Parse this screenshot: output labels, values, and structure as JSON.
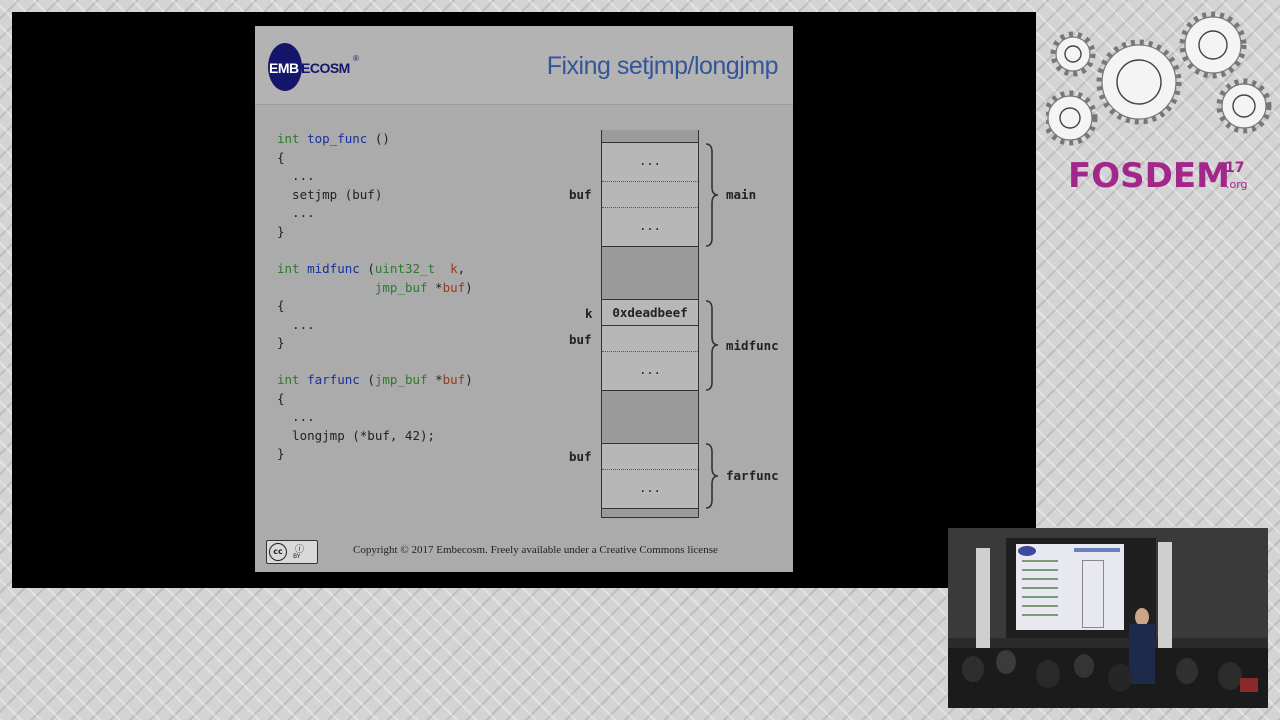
{
  "slide": {
    "logo_part1": "EMB",
    "logo_part2": "ECOSM",
    "logo_reg": "®",
    "title": "Fixing setjmp/longjmp",
    "code": {
      "top": [
        [
          {
            "t": "int",
            "c": "kw"
          },
          {
            "t": " "
          },
          {
            "t": "top_func",
            "c": "fn"
          },
          {
            "t": " ()"
          }
        ],
        [
          {
            "t": "{"
          }
        ],
        [
          {
            "t": "  ..."
          }
        ],
        [
          {
            "t": "  setjmp (buf)"
          }
        ],
        [
          {
            "t": "  ..."
          }
        ],
        [
          {
            "t": "}"
          }
        ]
      ],
      "mid": [
        [
          {
            "t": "int",
            "c": "kw"
          },
          {
            "t": " "
          },
          {
            "t": "midfunc",
            "c": "fn"
          },
          {
            "t": " ("
          },
          {
            "t": "uint32_t",
            "c": "kw"
          },
          {
            "t": "  "
          },
          {
            "t": "k",
            "c": "pm"
          },
          {
            "t": ","
          }
        ],
        [
          {
            "t": "             "
          },
          {
            "t": "jmp_buf",
            "c": "kw"
          },
          {
            "t": " *"
          },
          {
            "t": "buf",
            "c": "pm"
          },
          {
            "t": ")"
          }
        ],
        [
          {
            "t": "{"
          }
        ],
        [
          {
            "t": "  ..."
          }
        ],
        [
          {
            "t": "}"
          }
        ]
      ],
      "far": [
        [
          {
            "t": "int",
            "c": "kw"
          },
          {
            "t": " "
          },
          {
            "t": "farfunc",
            "c": "fn"
          },
          {
            "t": " ("
          },
          {
            "t": "jmp_buf",
            "c": "kw"
          },
          {
            "t": " *"
          },
          {
            "t": "buf",
            "c": "pm"
          },
          {
            "t": ")"
          }
        ],
        [
          {
            "t": "{"
          }
        ],
        [
          {
            "t": "  ..."
          }
        ],
        [
          {
            "t": "  longjmp (*buf, 42);"
          }
        ],
        [
          {
            "t": "}"
          }
        ]
      ]
    },
    "stack": {
      "dots": "...",
      "k_value": "0xdeadbeef",
      "labels": {
        "buf": "buf",
        "k": "k"
      },
      "frames": {
        "main": "main",
        "midfunc": "midfunc",
        "farfunc": "farfunc"
      }
    },
    "copyright": "Copyright © 2017 Embecosm. Freely available under a Creative Commons license",
    "cc_badge": {
      "cc": "cc",
      "by": "BY"
    }
  },
  "fosdem": {
    "word": "FOSDEM",
    "year": "17",
    "org": ".org"
  },
  "colors": {
    "fosdem_magenta": "#a3268a",
    "slide_title_blue": "#33559a",
    "code_keyword_green": "#2e7a2e",
    "code_function_blue": "#1a2f9a",
    "code_param_red": "#9a3a1a",
    "embecosm_navy": "#14166b"
  }
}
